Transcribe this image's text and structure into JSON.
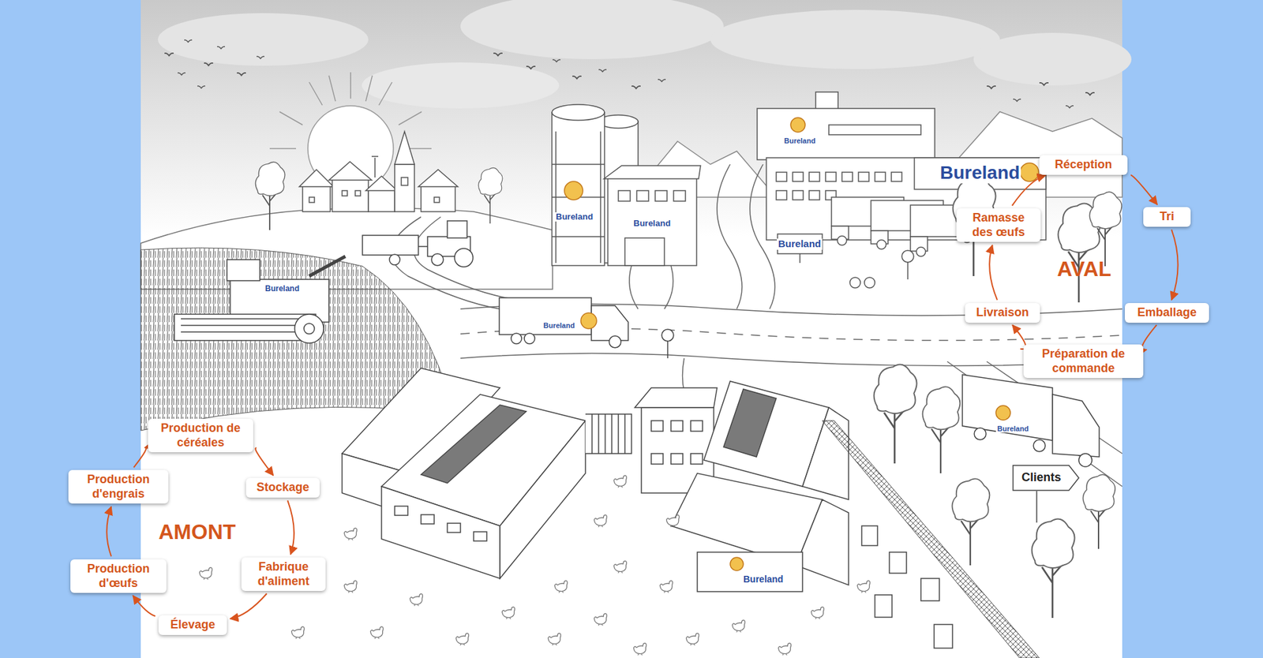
{
  "diagram": {
    "nodes": [
      {
        "text": [
          "Production de céréales"
        ]
      },
      {
        "text": [
          "Stockage"
        ]
      },
      {
        "text": [
          "Fabrique d'aliment"
        ]
      },
      {
        "text": [
          "Élevage"
        ]
      },
      {
        "text": [
          "Production d'œufs"
        ]
      },
      {
        "text": [
          "Production d'engrais"
        ]
      },
      {
        "text": [
          "Réception"
        ]
      },
      {
        "text": [
          "Tri"
        ]
      },
      {
        "text": [
          "Emballage"
        ]
      },
      {
        "text": [
          "Préparation de commande"
        ]
      },
      {
        "text": [
          "Livraison"
        ]
      },
      {
        "text": [
          "Ramasse des œufs"
        ]
      }
    ],
    "edges": [
      {
        "from": 0,
        "to": 1,
        "arrow": "to"
      },
      {
        "from": 1,
        "to": 2,
        "arrow": "to"
      },
      {
        "from": 2,
        "to": 3,
        "arrow": "to"
      },
      {
        "from": 3,
        "to": 4,
        "arrow": "to"
      },
      {
        "from": 4,
        "to": 5,
        "arrow": "to"
      },
      {
        "from": 5,
        "to": 0,
        "arrow": "to"
      },
      {
        "from": 6,
        "to": 7,
        "arrow": "to"
      },
      {
        "from": 7,
        "to": 8,
        "arrow": "to"
      },
      {
        "from": 8,
        "to": 9,
        "arrow": "to"
      },
      {
        "from": 9,
        "to": 10,
        "arrow": "to"
      },
      {
        "from": 10,
        "to": 11,
        "arrow": "to"
      },
      {
        "from": 11,
        "to": 6,
        "arrow": "to"
      }
    ],
    "labels": [
      "AMONT",
      "AVAL",
      "Bureland",
      "Bureland",
      "Bureland",
      "Bureland",
      "Bureland",
      "Bureland",
      "Bureland",
      "Bureland",
      "Clients",
      "Bureland"
    ]
  }
}
